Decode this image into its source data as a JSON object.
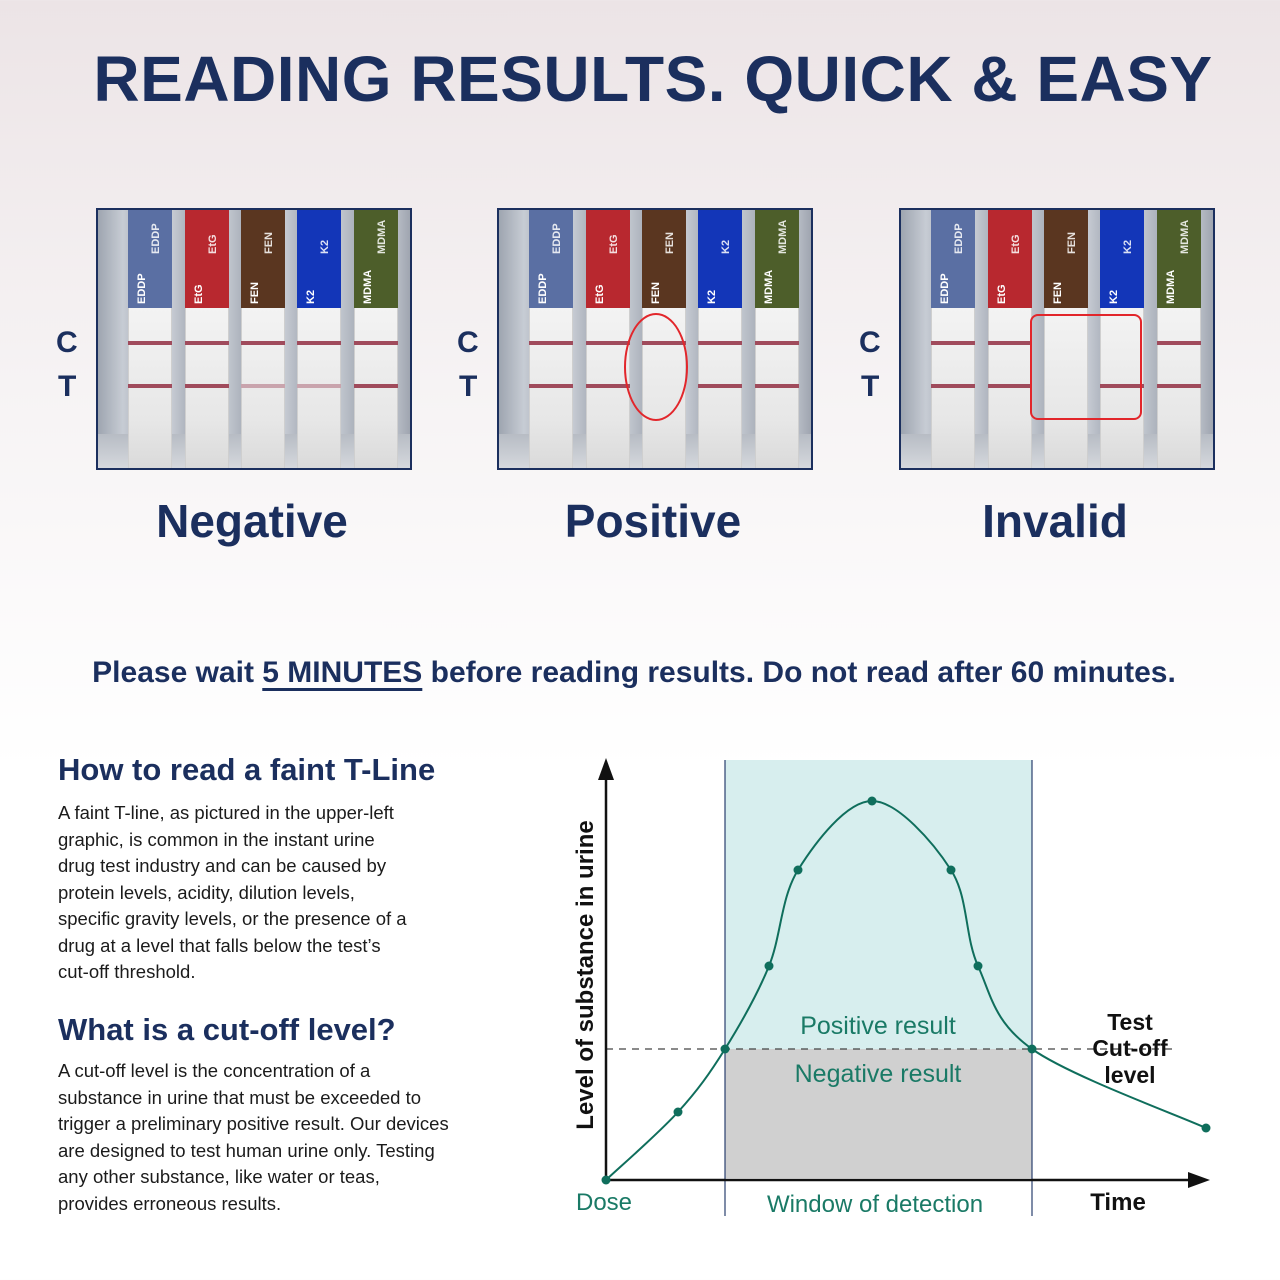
{
  "title": "READING RESULTS. QUICK & EASY",
  "ct_labels": {
    "c": "C",
    "t": "T"
  },
  "panels": [
    {
      "result": "Negative",
      "strips": [
        {
          "code": "EDDP",
          "color": "#5a6fa3",
          "c": true,
          "t": true,
          "t_faint": false
        },
        {
          "code": "EtG",
          "color": "#b8282f",
          "c": true,
          "t": true,
          "t_faint": false
        },
        {
          "code": "FEN",
          "color": "#5a3620",
          "c": true,
          "t": true,
          "t_faint": true
        },
        {
          "code": "K2",
          "color": "#1336b8",
          "c": true,
          "t": true,
          "t_faint": true
        },
        {
          "code": "MDMA",
          "color": "#4d5e2a",
          "c": true,
          "t": true,
          "t_faint": false
        }
      ]
    },
    {
      "result": "Positive",
      "strips": [
        {
          "code": "EDDP",
          "color": "#5a6fa3",
          "c": true,
          "t": true,
          "t_faint": false
        },
        {
          "code": "EtG",
          "color": "#b8282f",
          "c": true,
          "t": true,
          "t_faint": false
        },
        {
          "code": "FEN",
          "color": "#5a3620",
          "c": true,
          "t": false,
          "t_faint": false
        },
        {
          "code": "K2",
          "color": "#1336b8",
          "c": true,
          "t": true,
          "t_faint": false
        },
        {
          "code": "MDMA",
          "color": "#4d5e2a",
          "c": true,
          "t": true,
          "t_faint": false
        }
      ]
    },
    {
      "result": "Invalid",
      "strips": [
        {
          "code": "EDDP",
          "color": "#5a6fa3",
          "c": true,
          "t": true,
          "t_faint": false
        },
        {
          "code": "EtG",
          "color": "#b8282f",
          "c": true,
          "t": true,
          "t_faint": false
        },
        {
          "code": "FEN",
          "color": "#5a3620",
          "c": false,
          "t": false,
          "t_faint": false
        },
        {
          "code": "K2",
          "color": "#1336b8",
          "c": false,
          "t": true,
          "t_faint": false
        },
        {
          "code": "MDMA",
          "color": "#4d5e2a",
          "c": true,
          "t": true,
          "t_faint": false
        }
      ]
    }
  ],
  "wait_notice": {
    "before": "Please wait ",
    "emphasis": "5 MINUTES",
    "after": " before reading results. Do not read after 60 minutes."
  },
  "faint_section": {
    "heading": "How to read a faint T-Line",
    "lines": [
      "A faint T-line, as pictured in the upper-left",
      "graphic, is common in the instant urine",
      "drug test industry and can be caused by",
      "protein levels, acidity, dilution levels,",
      "specific gravity levels, or the presence of a",
      "drug at a level that falls below the test’s",
      "cut-off threshold."
    ]
  },
  "cutoff_section": {
    "heading": "What is a cut-off level?",
    "lines": [
      "A cut-off level is the concentration of a",
      "substance in urine that must be exceeded to",
      "trigger a preliminary positive result. Our devices",
      "are designed to test human urine only. Testing",
      "any other substance, like water or teas,",
      "provides erroneous results."
    ]
  },
  "diagram": {
    "y_axis_label": "Level of substance in urine",
    "x_axis_label": "Time",
    "dose_label": "Dose",
    "window_label": "Window of detection",
    "positive_label": "Positive result",
    "negative_label": "Negative result",
    "cutoff_label": [
      "Test",
      "Cut-off",
      "level"
    ],
    "colors": {
      "curve": "#0f6e5c",
      "window": "#d7eeee",
      "negative": "#d0d0d0",
      "axis": "#111111",
      "label_green": "#1a7a66"
    }
  }
}
